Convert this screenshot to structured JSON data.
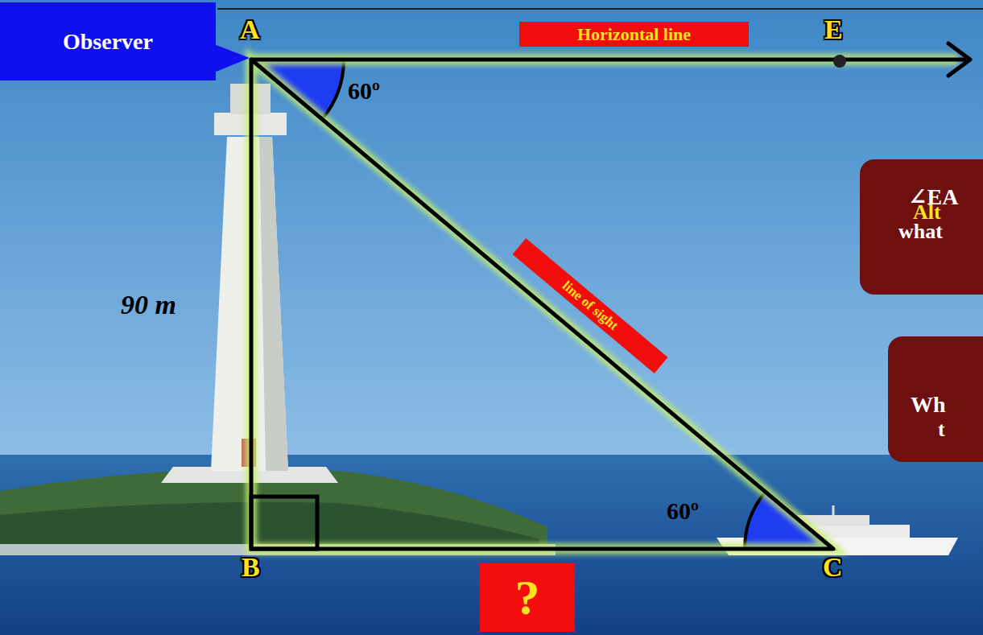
{
  "diagram": {
    "nodes": [
      {
        "text": [
          "Observer"
        ]
      },
      {
        "text": [
          "Horizontal line"
        ]
      },
      {
        "text": [
          "line of sight"
        ]
      },
      {
        "text": [
          "?"
        ]
      },
      {
        "text": [
          "∠EA",
          "Alt",
          "what"
        ]
      },
      {
        "text": [
          "Wh",
          "t"
        ]
      }
    ],
    "labels": [
      "A",
      "E",
      "B",
      "C",
      "60º",
      "60º",
      "90 m"
    ]
  }
}
